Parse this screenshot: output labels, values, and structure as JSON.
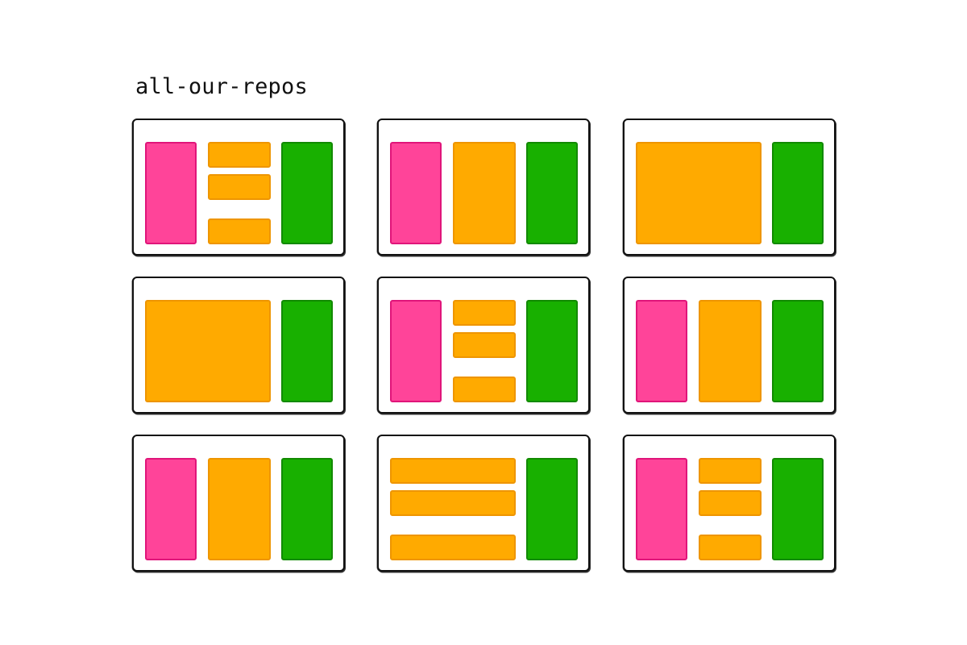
{
  "title": "all-our-repos",
  "colors": {
    "pink": "#ff4499",
    "orange": "#ffaa00",
    "green": "#18b000"
  },
  "cards": [
    {
      "layout": "sidebar-stack-aside"
    },
    {
      "layout": "sidebar-main-aside"
    },
    {
      "layout": "main-aside"
    },
    {
      "layout": "main-aside"
    },
    {
      "layout": "sidebar-stack-aside"
    },
    {
      "layout": "sidebar-main-aside"
    },
    {
      "layout": "sidebar-main-aside"
    },
    {
      "layout": "stack-aside"
    },
    {
      "layout": "sidebar-stack-aside"
    }
  ]
}
